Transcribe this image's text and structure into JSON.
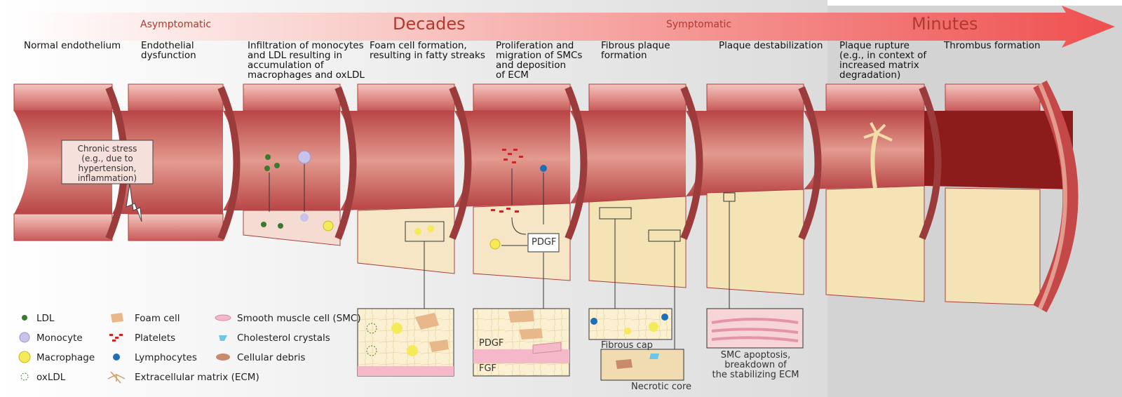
{
  "banner": {
    "asymptomatic": "Asymptomatic",
    "decades": "Decades",
    "symptomatic": "Symptomatic",
    "minutes": "Minutes"
  },
  "stages": [
    "Normal endothelium",
    "Endothelial\ndysfunction",
    "Infiltration of monocytes\nand LDL resulting in\naccumulation of\nmacrophages and oxLDL",
    "Foam cell formation,\nresulting in fatty streaks",
    "Proliferation and\nmigration of SMCs\nand deposition\nof ECM",
    "Fibrous plaque\nformation",
    "Plaque destabilization",
    "Plaque rupture\n(e.g., in context of\nincreased matrix\ndegradation)",
    "Thrombus formation"
  ],
  "callout": "Chronic stress\n(e.g., due to\nhypertension,\ninflammation)",
  "labels": {
    "pdgf_box": "PDGF",
    "pdgf_inset": "PDGF",
    "fgf_inset": "FGF",
    "fibrous_cap": "Fibrous cap",
    "necrotic_core": "Necrotic core",
    "smc_apoptosis": "SMC apoptosis,\nbreakdown of\nthe stabilizing ECM"
  },
  "legend": [
    {
      "label": "LDL",
      "icon": "ldl-icon"
    },
    {
      "label": "Monocyte",
      "icon": "monocyte-icon"
    },
    {
      "label": "Macrophage",
      "icon": "macrophage-icon"
    },
    {
      "label": "oxLDL",
      "icon": "oxldl-icon"
    },
    {
      "label": "Foam cell",
      "icon": "foam-cell-icon"
    },
    {
      "label": "Platelets",
      "icon": "platelets-icon"
    },
    {
      "label": "Lymphocytes",
      "icon": "lymphocytes-icon"
    },
    {
      "label": "Extracellular matrix (ECM)",
      "icon": "ecm-icon"
    },
    {
      "label": "Smooth muscle cell (SMC)",
      "icon": "smc-icon"
    },
    {
      "label": "Cholesterol crystals",
      "icon": "cholesterol-crystals-icon"
    },
    {
      "label": "Cellular debris",
      "icon": "cellular-debris-icon"
    }
  ],
  "colors": {
    "vessel_outer": "#d96a6a",
    "vessel_inner": "#c44848",
    "plaque": "#f3e3b5",
    "arrow_red": "#e74c4c",
    "minutes_bg": "#d3d3d3",
    "ldl": "#3a7a30",
    "monocyte": "#c9c3ec",
    "macrophage": "#f5ea5a",
    "lymphocyte": "#1e6fb8",
    "foam": "#e8b88a",
    "platelet": "#c62828",
    "smc": "#f4b8c8",
    "cholesterol": "#6ec6e6",
    "debris": "#c98a6a"
  }
}
